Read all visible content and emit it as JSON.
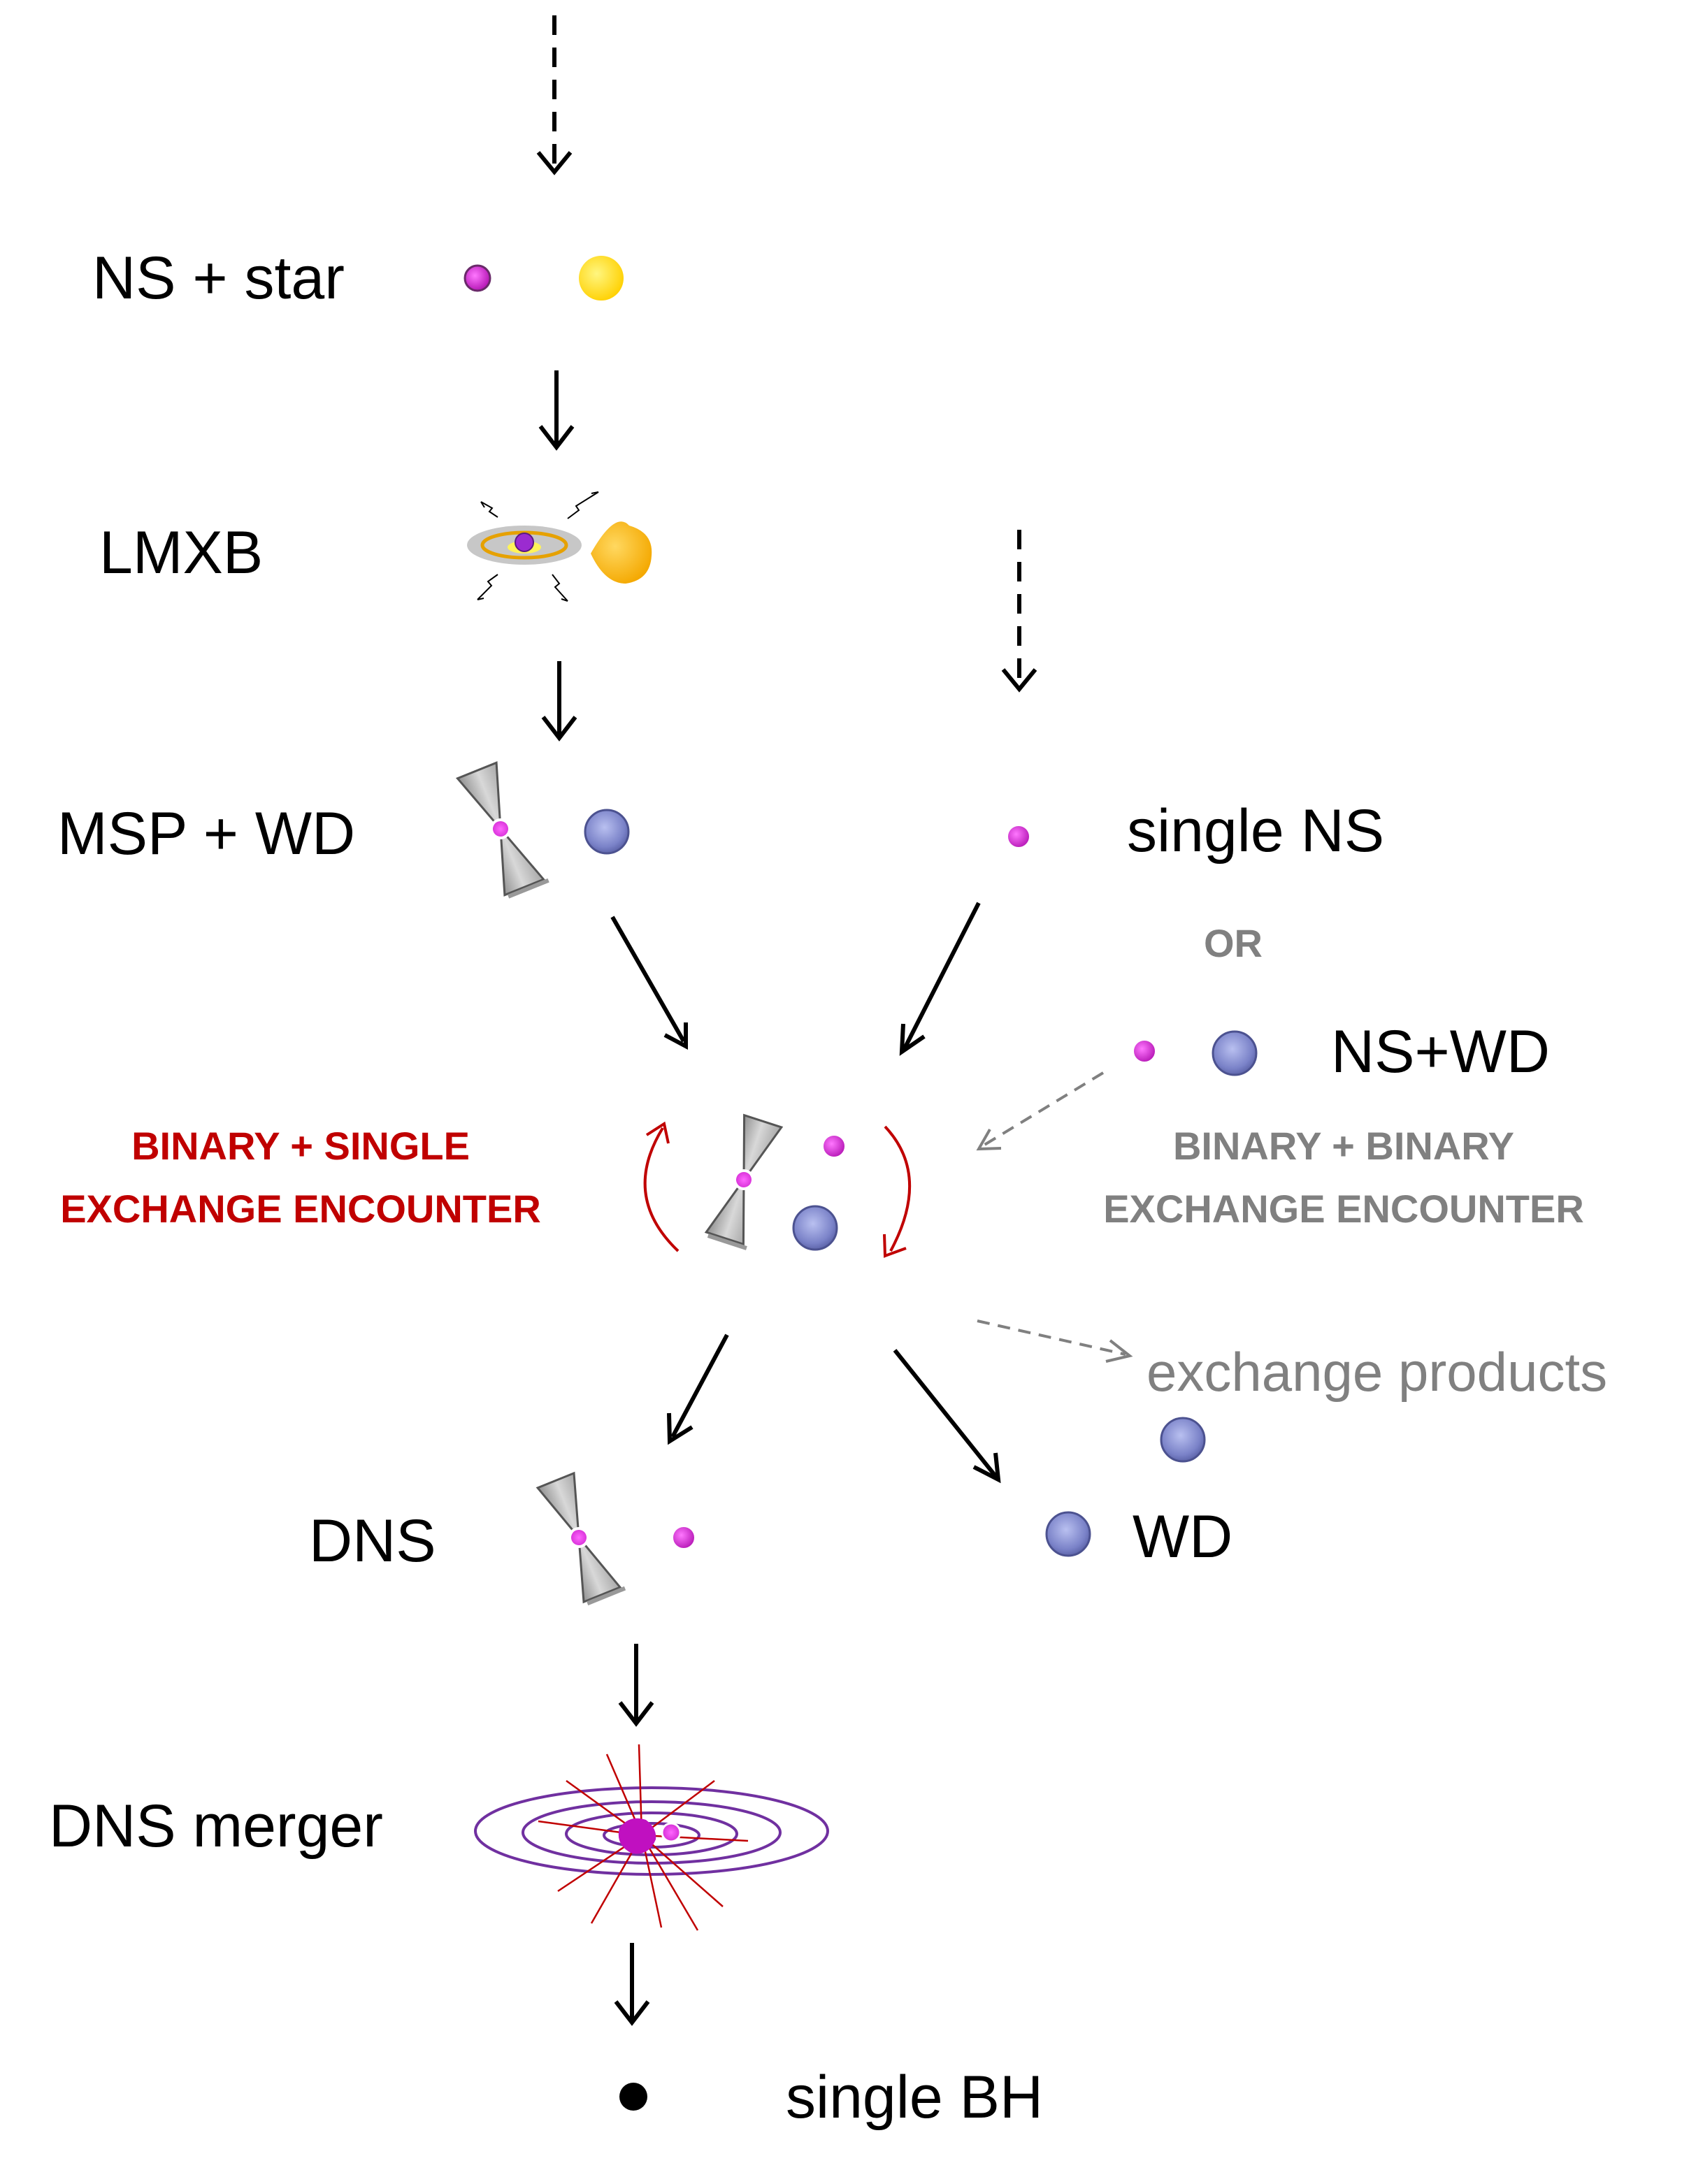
{
  "labels": {
    "ns_star": "NS + star",
    "lmxb": "LMXB",
    "msp_wd": "MSP + WD",
    "single_ns": "single NS",
    "or": "OR",
    "ns_wd": "NS+WD",
    "binary_single_line1": "BINARY + SINGLE",
    "binary_single_line2": "EXCHANGE ENCOUNTER",
    "binary_binary_line1": "BINARY + BINARY",
    "binary_binary_line2": "EXCHANGE ENCOUNTER",
    "exchange_products": "exchange products",
    "dns": "DNS",
    "wd": "WD",
    "dns_merger": "DNS merger",
    "single_bh": "single BH"
  },
  "colors": {
    "neutron_star": "#cc22cc",
    "star": "#ffd700",
    "white_dwarf": "#7a82c8",
    "black_hole": "#000000",
    "encounter_red": "#c00000",
    "secondary_grey": "#808080",
    "merger_rings": "#7030a0"
  }
}
